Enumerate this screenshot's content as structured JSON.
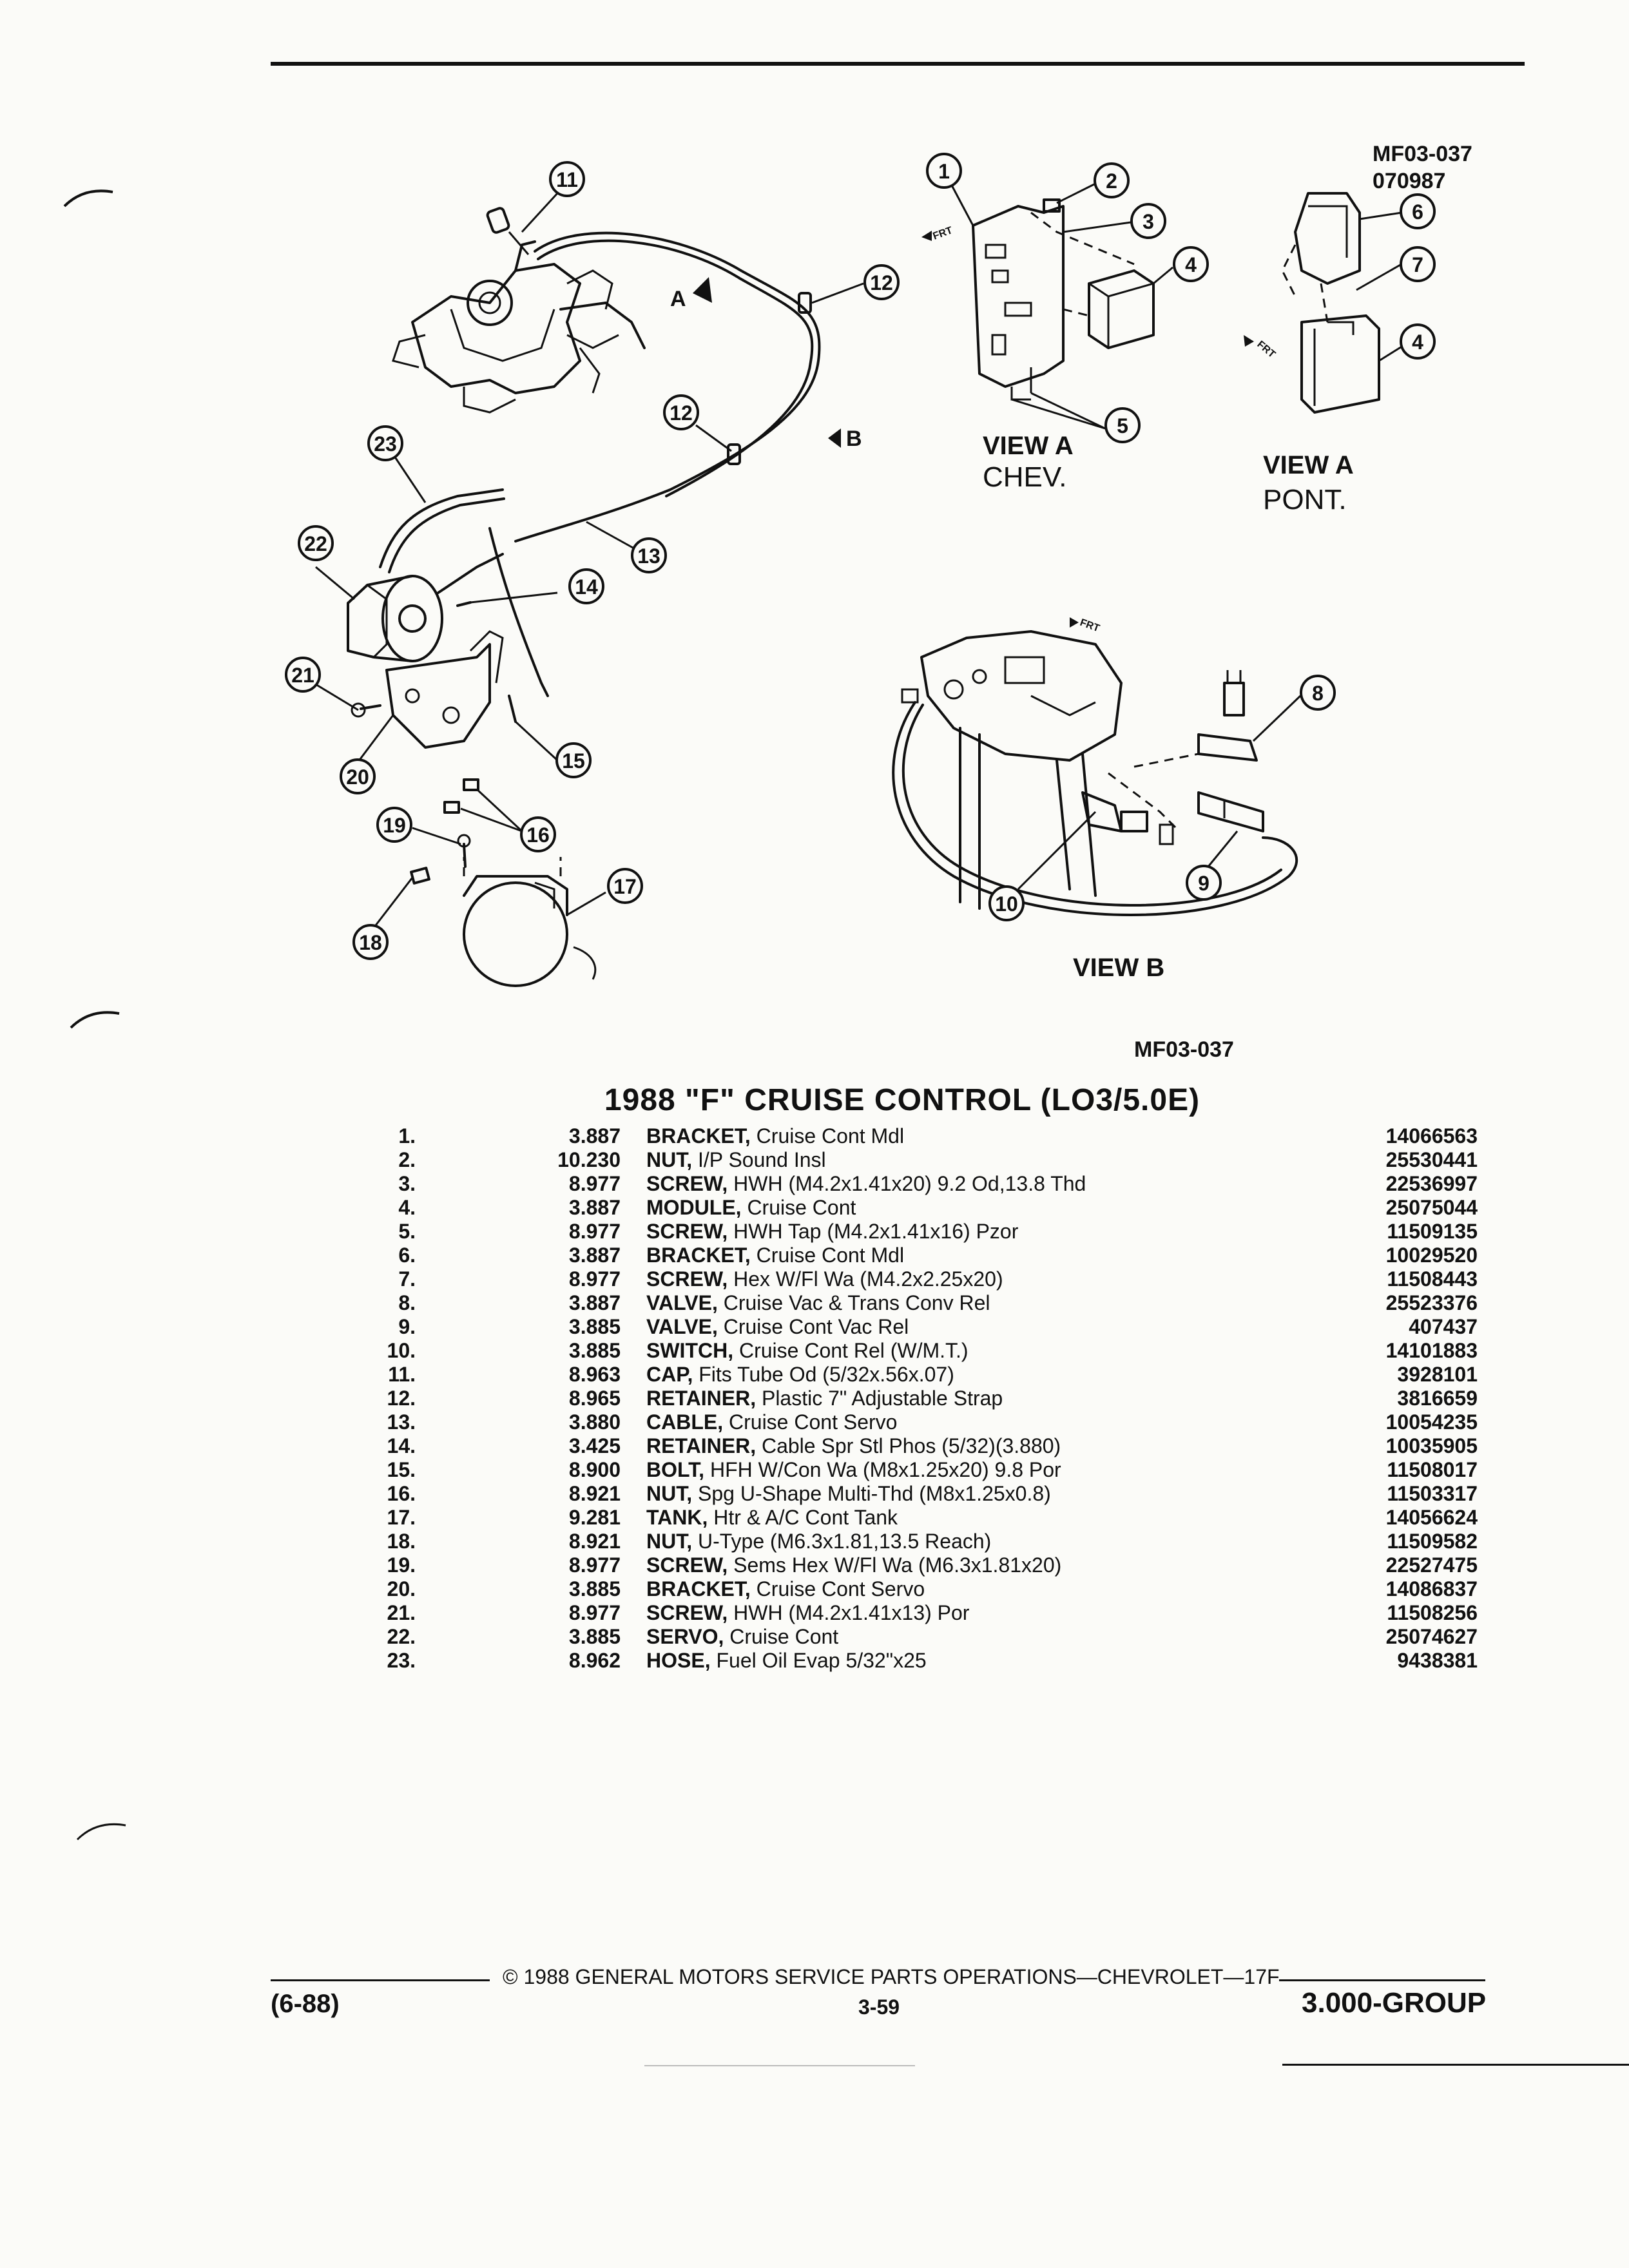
{
  "figure_id": "MF03-037",
  "figure_date": "070987",
  "figure_ref_bottom": "MF03-037",
  "view_a_chev_label": "VIEW A",
  "view_a_chev_sub": "CHEV.",
  "view_a_pont_label": "VIEW A",
  "view_a_pont_sub": "PONT.",
  "view_b_label": "VIEW B",
  "arrow_ref_a": "A",
  "arrow_ref_b": "B",
  "frt": "FRT",
  "callouts": [
    "1",
    "2",
    "3",
    "4",
    "5",
    "6",
    "7",
    "8",
    "9",
    "10",
    "11",
    "12",
    "13",
    "14",
    "15",
    "16",
    "17",
    "18",
    "19",
    "20",
    "21",
    "22",
    "23"
  ],
  "parts_title": "1988 \"F\" CRUISE CONTROL (LO3/5.0E)",
  "parts": [
    {
      "num": "1.",
      "group": "3.887",
      "name": "BRACKET,",
      "detail": " Cruise Cont Mdl",
      "pn": "14066563"
    },
    {
      "num": "2.",
      "group": "10.230",
      "name": "NUT,",
      "detail": " I/P Sound Insl",
      "pn": "25530441"
    },
    {
      "num": "3.",
      "group": "8.977",
      "name": "SCREW,",
      "detail": " HWH (M4.2x1.41x20) 9.2 Od,13.8 Thd",
      "pn": "22536997"
    },
    {
      "num": "4.",
      "group": "3.887",
      "name": "MODULE,",
      "detail": " Cruise Cont",
      "pn": "25075044"
    },
    {
      "num": "5.",
      "group": "8.977",
      "name": "SCREW,",
      "detail": " HWH Tap (M4.2x1.41x16) Pzor",
      "pn": "11509135"
    },
    {
      "num": "6.",
      "group": "3.887",
      "name": "BRACKET,",
      "detail": " Cruise Cont Mdl",
      "pn": "10029520"
    },
    {
      "num": "7.",
      "group": "8.977",
      "name": "SCREW,",
      "detail": " Hex W/Fl Wa (M4.2x2.25x20)",
      "pn": "11508443"
    },
    {
      "num": "8.",
      "group": "3.887",
      "name": "VALVE,",
      "detail": " Cruise Vac & Trans Conv Rel",
      "pn": "25523376"
    },
    {
      "num": "9.",
      "group": "3.885",
      "name": "VALVE,",
      "detail": " Cruise Cont Vac Rel",
      "pn": "407437"
    },
    {
      "num": "10.",
      "group": "3.885",
      "name": "SWITCH,",
      "detail": " Cruise Cont Rel (W/M.T.)",
      "pn": "14101883"
    },
    {
      "num": "11.",
      "group": "8.963",
      "name": "CAP,",
      "detail": " Fits Tube Od (5/32x.56x.07)",
      "pn": "3928101"
    },
    {
      "num": "12.",
      "group": "8.965",
      "name": "RETAINER,",
      "detail": " Plastic 7\" Adjustable Strap",
      "pn": "3816659"
    },
    {
      "num": "13.",
      "group": "3.880",
      "name": "CABLE,",
      "detail": " Cruise Cont Servo",
      "pn": "10054235"
    },
    {
      "num": "14.",
      "group": "3.425",
      "name": "RETAINER,",
      "detail": " Cable Spr Stl Phos (5/32)(3.880)",
      "pn": "10035905"
    },
    {
      "num": "15.",
      "group": "8.900",
      "name": "BOLT,",
      "detail": " HFH W/Con Wa (M8x1.25x20) 9.8 Por",
      "pn": "11508017"
    },
    {
      "num": "16.",
      "group": "8.921",
      "name": "NUT,",
      "detail": " Spg U-Shape Multi-Thd (M8x1.25x0.8)",
      "pn": "11503317"
    },
    {
      "num": "17.",
      "group": "9.281",
      "name": "TANK,",
      "detail": " Htr & A/C Cont Tank",
      "pn": "14056624"
    },
    {
      "num": "18.",
      "group": "8.921",
      "name": "NUT,",
      "detail": " U-Type (M6.3x1.81,13.5 Reach)",
      "pn": "11509582"
    },
    {
      "num": "19.",
      "group": "8.977",
      "name": "SCREW,",
      "detail": " Sems Hex W/Fl Wa (M6.3x1.81x20)",
      "pn": "22527475"
    },
    {
      "num": "20.",
      "group": "3.885",
      "name": "BRACKET,",
      "detail": " Cruise Cont Servo",
      "pn": "14086837"
    },
    {
      "num": "21.",
      "group": "8.977",
      "name": "SCREW,",
      "detail": " HWH (M4.2x1.41x13) Por",
      "pn": "11508256"
    },
    {
      "num": "22.",
      "group": "3.885",
      "name": "SERVO,",
      "detail": " Cruise Cont",
      "pn": "25074627"
    },
    {
      "num": "23.",
      "group": "8.962",
      "name": "HOSE,",
      "detail": " Fuel Oil Evap 5/32\"x25",
      "pn": "9438381"
    }
  ],
  "footer": {
    "copyright": "© 1988 GENERAL MOTORS SERVICE PARTS OPERATIONS—CHEVROLET—17F",
    "page": "3-59",
    "revision": "(6-88)",
    "group": "3.000-GROUP"
  }
}
